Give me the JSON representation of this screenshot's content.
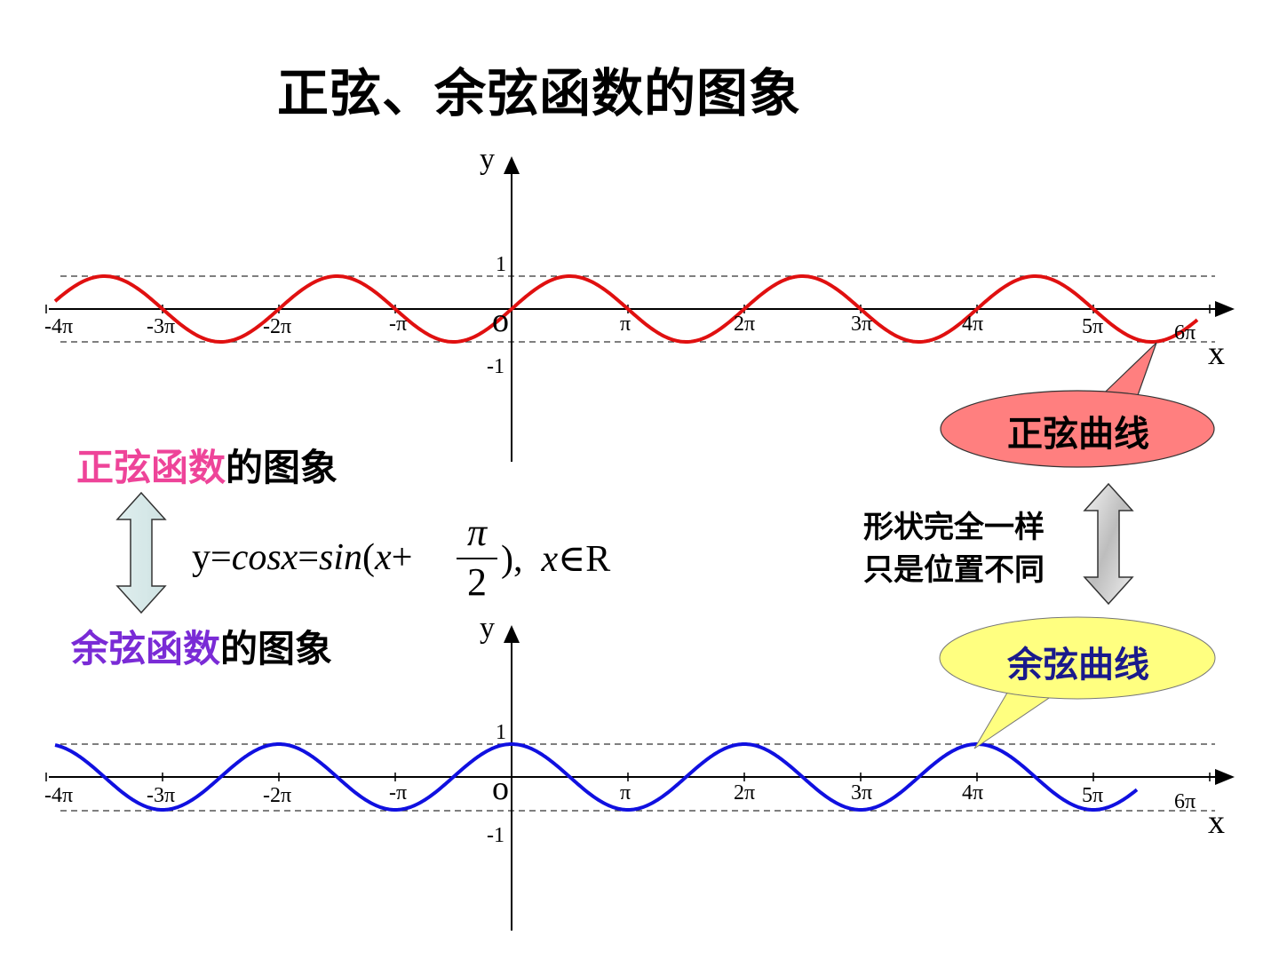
{
  "title": "正弦、余弦函数的图象",
  "graphs": {
    "sine": {
      "y_axis_label": "y",
      "x_axis_label": "x",
      "origin_label": "o",
      "y_tick_labels": [
        "1",
        "-1"
      ],
      "x_tick_labels": [
        "-4π",
        "-3π",
        "-2π",
        "-π",
        "π",
        "2π",
        "3π",
        "4π",
        "5π",
        "6π"
      ],
      "color": "#e01010"
    },
    "cosine": {
      "y_axis_label": "y",
      "x_axis_label": "x",
      "origin_label": "o",
      "y_tick_labels": [
        "1",
        "-1"
      ],
      "x_tick_labels": [
        "-4π",
        "-3π",
        "-2π",
        "-π",
        "π",
        "2π",
        "3π",
        "4π",
        "5π",
        "6π"
      ],
      "color": "#1010e0"
    }
  },
  "sine_heading": {
    "highlight": "正弦函数",
    "rest": "的图象",
    "highlight_color": "#ee4499"
  },
  "cosine_heading": {
    "highlight": "余弦函数",
    "rest": "的图象",
    "highlight_color": "#7a2bd6"
  },
  "formula": {
    "lhs": "y=",
    "cos": "cosx",
    "eq": "=",
    "sin": "sin",
    "open": "(",
    "x": "x",
    "plus": "+",
    "numerator": "π",
    "denominator": "2",
    "close": "),",
    "domain_var": "x",
    "domain_rest": "∈R"
  },
  "note": {
    "line1": "形状完全一样",
    "line2": "只是位置不同"
  },
  "callouts": {
    "sine": {
      "text": "正弦曲线",
      "fill": "#ff7f7f"
    },
    "cosine": {
      "text": "余弦曲线",
      "fill": "#ffff80"
    }
  }
}
